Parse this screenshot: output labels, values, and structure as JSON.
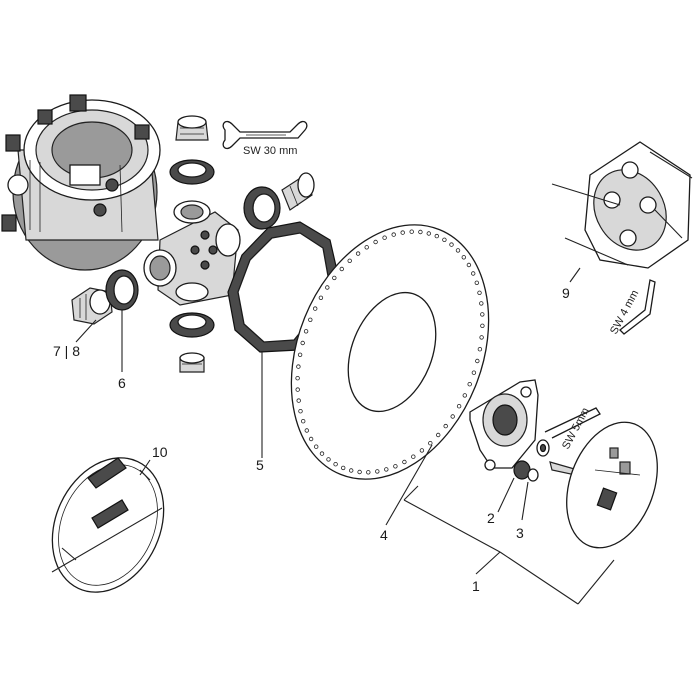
{
  "labels": {
    "p1": "1",
    "p2": "2",
    "p3": "3",
    "p4": "4",
    "p5": "5",
    "p6": "6",
    "p78": "7 | 8",
    "p9": "9",
    "p10": "10"
  },
  "tools": {
    "wrench": "SW 30 mm",
    "allen_5": "SW 5mm",
    "allen_4": "SW 4 mm"
  }
}
